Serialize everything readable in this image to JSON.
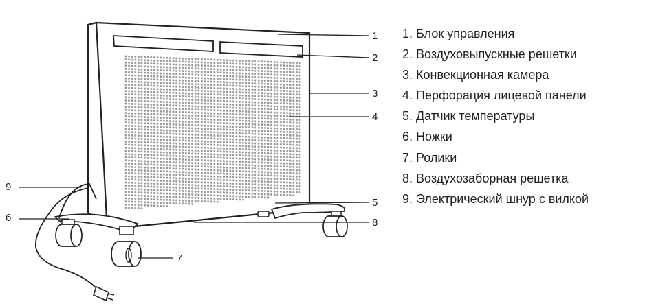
{
  "callouts": [
    "1",
    "2",
    "3",
    "4",
    "5",
    "6",
    "7",
    "8",
    "9"
  ],
  "legend": [
    "1. Блок управления",
    "2. Воздуховыпускные решетки",
    "3. Конвекционная камера",
    "4. Перфорация лицевой панели",
    "5. Датчик температуры",
    "6. Ножки",
    "7. Ролики",
    "8. Воздухозаборная решетка",
    "9. Электрический шнур с вилкой"
  ],
  "colors": {
    "line": "#222222",
    "dots": "#9a9a9a",
    "background": "#ffffff"
  }
}
